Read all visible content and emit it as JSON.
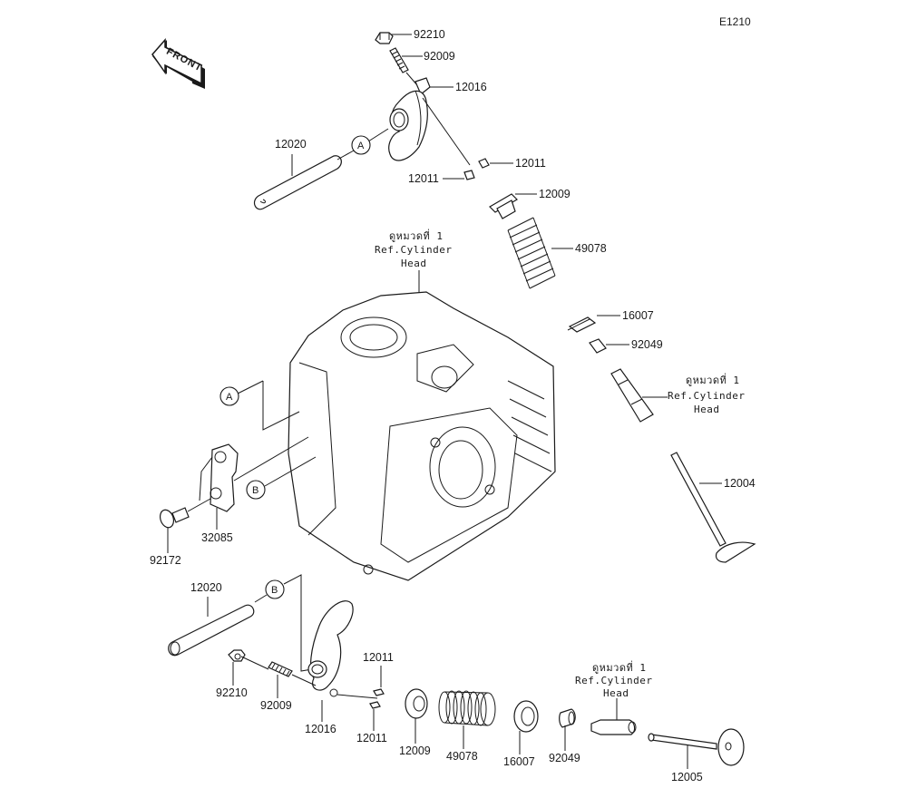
{
  "diagram": {
    "code": "E1210",
    "front_label": "FRONT",
    "ref_note": {
      "thai": "ดูหมวดที่ 1",
      "line2": "Ref.Cylinder",
      "line3": "Head"
    },
    "callouts": {
      "A": "A",
      "B": "B"
    },
    "parts": {
      "top_92210": "92210",
      "top_92009": "92009",
      "top_12016": "12016",
      "top_12020": "12020",
      "top_12011_right": "12011",
      "top_12011_left": "12011",
      "top_12009": "12009",
      "top_49078": "49078",
      "top_16007": "16007",
      "top_92049": "92049",
      "valve_12004": "12004",
      "plate_32085": "32085",
      "screw_92172": "92172",
      "bot_12020": "12020",
      "bot_92210": "92210",
      "bot_92009": "92009",
      "bot_12016": "12016",
      "bot_12011_top": "12011",
      "bot_12011_bottom": "12011",
      "bot_12009": "12009",
      "bot_49078": "49078",
      "bot_16007": "16007",
      "bot_92049": "92049",
      "valve_12005": "12005"
    }
  }
}
